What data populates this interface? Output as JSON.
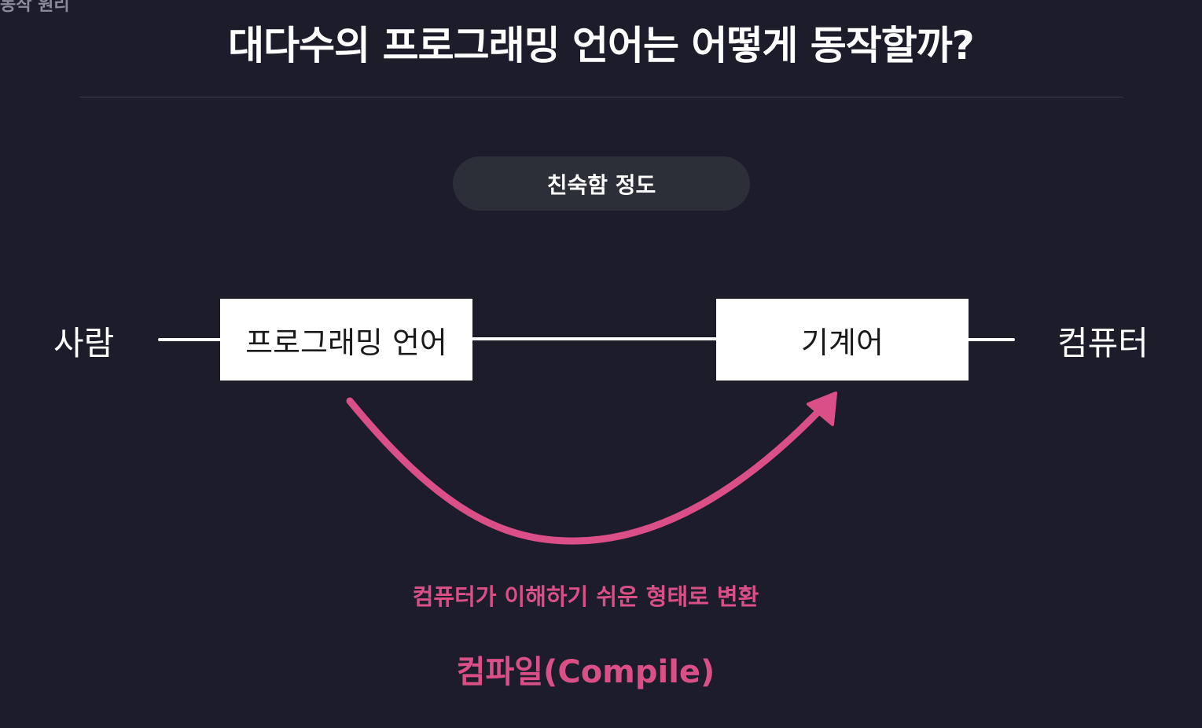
{
  "header": {
    "corner_label": "동작 원리",
    "title": "대다수의 프로그래밍 언어는 어떻게 동작할까?"
  },
  "axis": {
    "label": "친숙함 정도",
    "left_end": "사람",
    "right_end": "컴퓨터"
  },
  "nodes": {
    "programming_language": "프로그래밍 언어",
    "machine_language": "기계어"
  },
  "transform": {
    "caption": "컴퓨터가 이해하기 쉬운 형태로 변환",
    "name": "컴파일(Compile)"
  },
  "colors": {
    "background": "#1c1c2b",
    "accent": "#d94f86",
    "pill": "#2c2f37",
    "box": "#ffffff",
    "line": "#ffffff"
  }
}
